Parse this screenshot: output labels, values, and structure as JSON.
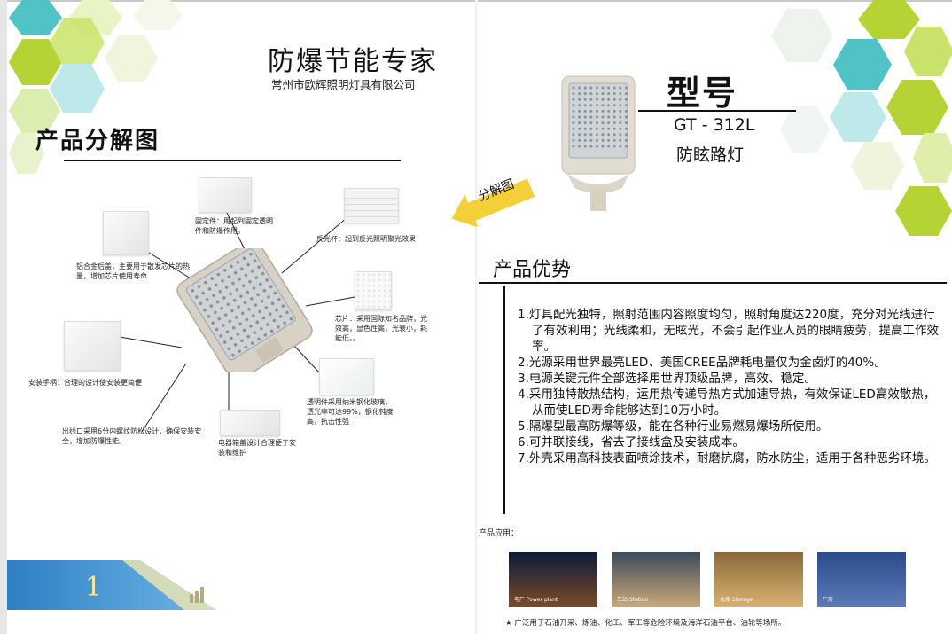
{
  "brand": {
    "title": "防爆节能专家",
    "company": "常州市欧辉照明灯具有限公司"
  },
  "decomposition": {
    "title": "产品分解图",
    "arrow_label": "分解图",
    "callouts": [
      {
        "key": "fixing",
        "text": "固定件：用起到固定透明件和防爆作用。"
      },
      {
        "key": "reflector",
        "text": "反光杯：起到反光照明聚光效果"
      },
      {
        "key": "cover",
        "text": "铝合金后盖，主要用于散发芯片的热量，增加芯片使用寿命"
      },
      {
        "key": "chip",
        "text": "芯片：采用国际知名品牌，光效高，显色性高，光衰小，耗能低。。"
      },
      {
        "key": "handle",
        "text": "安装手柄：合理的设计使安装更简便"
      },
      {
        "key": "glass",
        "text": "透明件采用纳米钢化玻璃，透光率可达99%，钢化钝度高，抗击性强"
      },
      {
        "key": "outlet",
        "text": "出线口采用6分内螺纹防松设计，确保安装安全，增加防爆性能。"
      },
      {
        "key": "box",
        "text": "电器箱盖设计合理便于安装和维护"
      }
    ]
  },
  "model": {
    "title": "型号",
    "number": "GT - 312L",
    "name": "防眩路灯"
  },
  "advantages": {
    "title": "产品优势",
    "items": [
      "1.灯具配光独特，照射范围内容照度均匀，照射角度达220度，充分对光线进行了有效利用；光线柔和，无眩光，不会引起作业人员的眼睛疲劳，提高工作效率。",
      "2.光源采用世界最亮LED、美国CREE品牌耗电量仅为金卤灯的40%。",
      "3.电源关键元件全部选择用世界顶级品牌，高效、稳定。",
      "4.采用独特散热结构，运用热传递导热方式加速导热，有效保证LED高效散热，从而使LED寿命能够达到10万小时。",
      "5.隔爆型最高防爆等级，能在各种行业易燃易爆场所使用。",
      "6.可并联接线，省去了接线盒及安装成本。",
      "7.外壳采用高科技表面喷涂技术，耐磨抗腐，防水防尘，适用于各种恶劣环境。"
    ]
  },
  "applications": {
    "label": "产品应用：",
    "photos": [
      {
        "caption": "电厂 Power plant",
        "colors": [
          "#0a1a3a",
          "#7a4a2a"
        ]
      },
      {
        "caption": "车站 Station",
        "colors": [
          "#3a4a5a",
          "#c8a878"
        ]
      },
      {
        "caption": "仓库 Storage",
        "colors": [
          "#8a6a3a",
          "#d8b070"
        ]
      },
      {
        "caption": "厂房",
        "colors": [
          "#2a4a8a",
          "#5a7ab8"
        ]
      }
    ],
    "footnote": "★ 广泛用于石油开采、炼油、化工、军工等危险环境及海洋石油平台、油轮等场所。"
  },
  "page": {
    "number": "1"
  },
  "colors": {
    "hex_green": "#b5d334",
    "hex_light_green": "#dfeeaa",
    "hex_teal": "#4fc3c6",
    "hex_light_teal": "#bde9ea",
    "arrow_yellow": "#f3d03a",
    "footer_blue": "#3b8fd0"
  }
}
